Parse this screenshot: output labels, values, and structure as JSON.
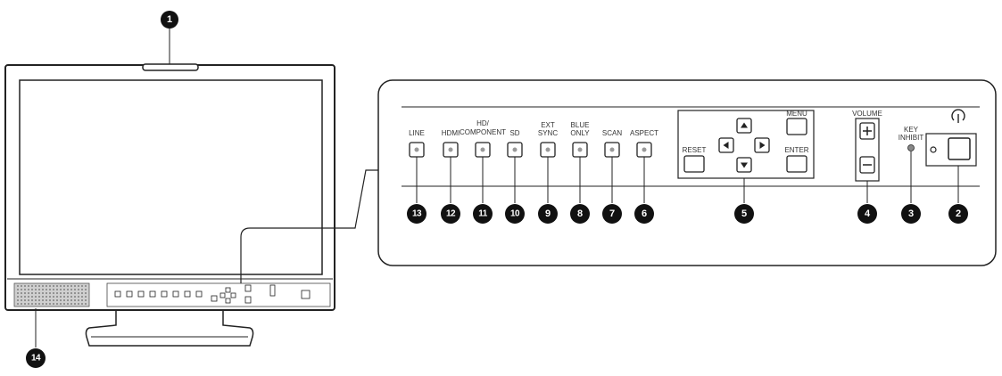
{
  "callouts": {
    "c1": "1",
    "c2": "2",
    "c3": "3",
    "c4": "4",
    "c5": "5",
    "c6": "6",
    "c7": "7",
    "c8": "8",
    "c9": "9",
    "c10": "10",
    "c11": "11",
    "c12": "12",
    "c13": "13",
    "c14": "14"
  },
  "buttons": {
    "line": "LINE",
    "hdmi": "HDMI",
    "hd_component_1": "HD/",
    "hd_component_2": "COMPONENT",
    "sd": "SD",
    "ext_sync_1": "EXT",
    "ext_sync_2": "SYNC",
    "blue_only_1": "BLUE",
    "blue_only_2": "ONLY",
    "scan": "SCAN",
    "aspect": "ASPECT",
    "reset": "RESET",
    "menu": "MENU",
    "enter": "ENTER",
    "volume": "VOLUME",
    "key_inhibit_1": "KEY",
    "key_inhibit_2": "INHIBIT"
  }
}
